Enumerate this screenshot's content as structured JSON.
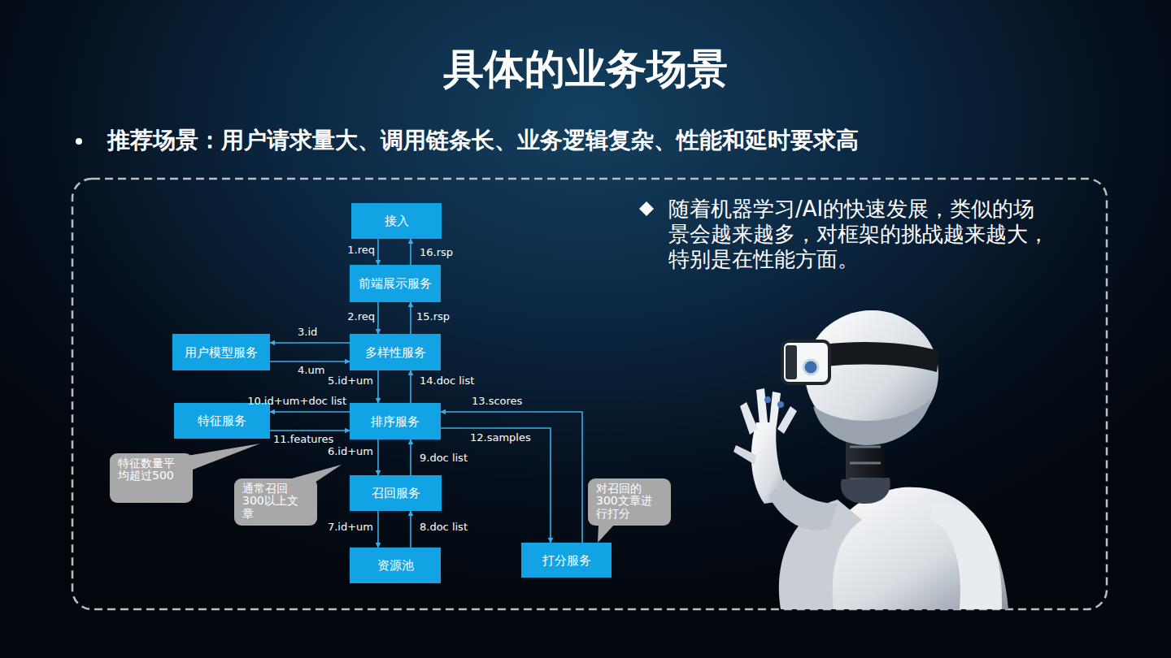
{
  "diagram": {
    "title": "具体的业务场景",
    "nodes": [
      {
        "text": [
          "接入"
        ]
      },
      {
        "text": [
          "前端展示服务"
        ]
      },
      {
        "text": [
          "多样性服务"
        ]
      },
      {
        "text": [
          "用户模型服务"
        ]
      },
      {
        "text": [
          "特征服务"
        ]
      },
      {
        "text": [
          "排序服务"
        ]
      },
      {
        "text": [
          "召回服务"
        ]
      },
      {
        "text": [
          "资源池"
        ]
      },
      {
        "text": [
          "打分服务"
        ]
      },
      {
        "text": [
          "特征数量平均超过500"
        ]
      },
      {
        "text": [
          "通常召回300以上文章"
        ]
      },
      {
        "text": [
          "对召回的300文章进行打分"
        ]
      }
    ],
    "edges": [
      {
        "from": 0,
        "to": 1,
        "label": "1.req",
        "arrow": "to"
      },
      {
        "from": 1,
        "to": 0,
        "label": "16.rsp",
        "arrow": "to"
      },
      {
        "from": 1,
        "to": 2,
        "label": "2.req",
        "arrow": "to"
      },
      {
        "from": 2,
        "to": 1,
        "label": "15.rsp",
        "arrow": "to"
      },
      {
        "from": 2,
        "to": 3,
        "label": "3.id",
        "arrow": "to"
      },
      {
        "from": 3,
        "to": 2,
        "label": "4.um",
        "arrow": "to"
      },
      {
        "from": 2,
        "to": 5,
        "label": "5.id+um",
        "arrow": "to"
      },
      {
        "from": 5,
        "to": 2,
        "label": "14.doc list",
        "arrow": "to"
      },
      {
        "from": 5,
        "to": 4,
        "label": "10.id+um+doc list",
        "arrow": "to"
      },
      {
        "from": 4,
        "to": 5,
        "label": "11.features",
        "arrow": "to"
      },
      {
        "from": 5,
        "to": 6,
        "label": "6.id+um",
        "arrow": "to"
      },
      {
        "from": 6,
        "to": 5,
        "label": "9.doc list",
        "arrow": "to"
      },
      {
        "from": 6,
        "to": 7,
        "label": "7.id+um",
        "arrow": "to"
      },
      {
        "from": 7,
        "to": 6,
        "label": "8.doc list",
        "arrow": "to"
      },
      {
        "from": 5,
        "to": 8,
        "label": "12.samples",
        "arrow": "to"
      },
      {
        "from": 8,
        "to": 5,
        "label": "13.scores",
        "arrow": "to"
      }
    ],
    "labels": [
      "推荐场景：用户请求量大、调用链条长、业务逻辑复杂、性能和延时要求高",
      "随着机器学习/AI的快速发展，类似的场景会越来越多，对框架的挑战越来越大，特别是在性能方面。"
    ]
  }
}
